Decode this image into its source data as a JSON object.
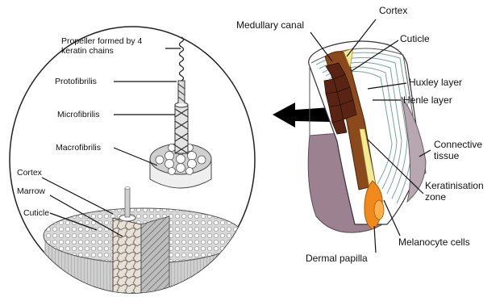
{
  "left_panel": {
    "labels": {
      "propeller": "Propeller formed by 4 keratin chains",
      "protofibrilis": "Protofibrilis",
      "microfibrilis": "Microfibrilis",
      "macrofibrilis": "Macrofibrilis",
      "cortex": "Cortex",
      "marrow": "Marrow",
      "cuticle": "Cuticle"
    }
  },
  "right_panel": {
    "labels": {
      "medullary_canal": "Medullary canal",
      "cortex": "Cortex",
      "cuticle": "Cuticle",
      "huxley_layer": "Huxley layer",
      "henle_layer": "Henle layer",
      "connective_tissue": "Connective tissue",
      "keratinisation_zone": "Keratinisation zone",
      "melanocyte_cells": "Melanocyte cells",
      "dermal_papilla": "Dermal papilla"
    }
  },
  "colors": {
    "skin": "#9c8291",
    "shaft": "#8a4a1c",
    "medulla": "#5a2414",
    "papilla": "#f08a1c",
    "keratin_zone": "#f3ea96",
    "arrow": "#000000"
  }
}
